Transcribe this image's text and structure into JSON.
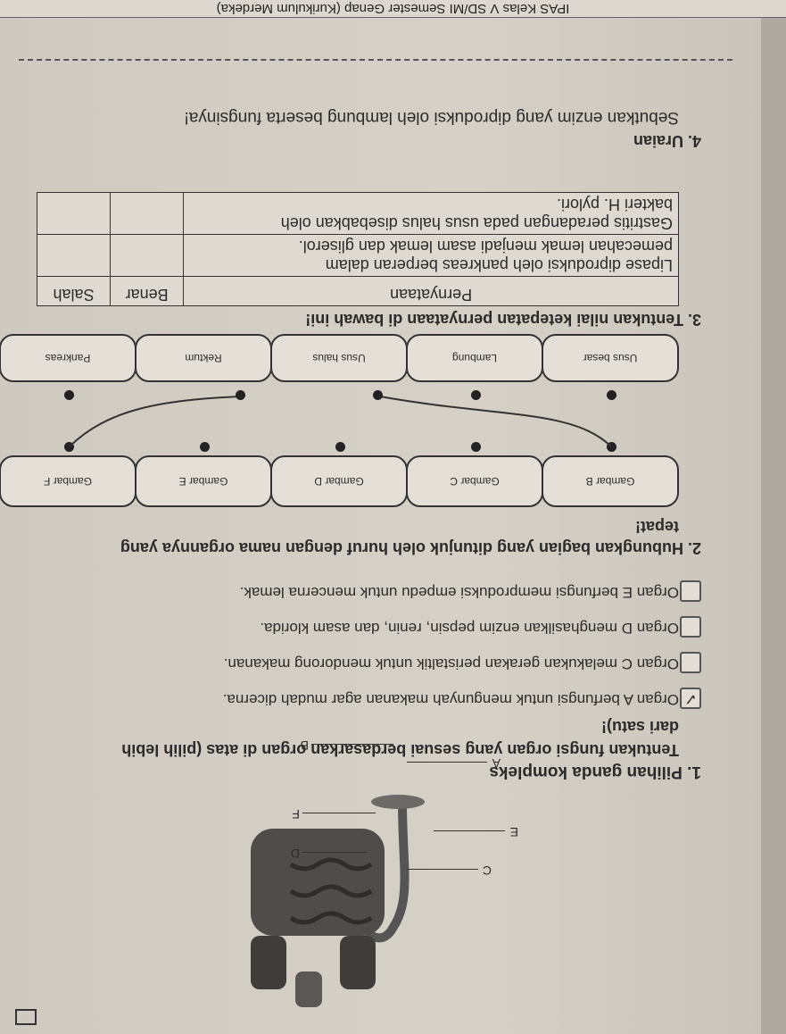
{
  "header": {
    "text": "IPAS Kelas V SD/MI Semester Genap (Kurikulum Merdeka)"
  },
  "figure": {
    "labels": [
      "A",
      "B",
      "C",
      "D",
      "E",
      "F"
    ]
  },
  "q1": {
    "number": "1.",
    "title": "Pilihan ganda kompleks",
    "instruction_line1": "Tentukan fungsi organ yang sesuai berdasarkan organ di atas (pilih lebih",
    "instruction_line2": "dari satu)!",
    "options": [
      {
        "text": "Organ A berfungsi untuk mengunyah makanan agar mudah dicerna.",
        "checked": true
      },
      {
        "text": "Organ C melakukan gerakan peristaltik untuk mendorong makanan.",
        "checked": false
      },
      {
        "text": "Organ D menghasilkan enzim pepsin, renin, dan asam klorida.",
        "checked": false
      },
      {
        "text": "Organ E berfungsi memproduksi empedu untuk mencerna lemak.",
        "checked": false
      }
    ],
    "check_mark": "✓"
  },
  "q2": {
    "number": "2.",
    "title": "Hubungkan bagian yang ditunjuk oleh huruf dengan nama organnya yang",
    "title_line2": "tepat!",
    "left_items": [
      "Gambar B",
      "Gambar C",
      "Gambar D",
      "Gambar E",
      "Gambar F"
    ],
    "right_items": [
      "Usus besar",
      "Lambung",
      "Usus halus",
      "Rektum",
      "Pankreas"
    ]
  },
  "q3": {
    "number": "3.",
    "title": "Tentukan nilai ketepatan pernyataan di bawah ini!",
    "headers": [
      "Pernyataan",
      "Benar",
      "Salah"
    ],
    "rows": [
      [
        "Lipase diproduksi oleh pankreas berperan dalam",
        "pemecahan lemak menjadi asam lemak dan gliserol."
      ],
      [
        "Gastritis peradangan pada usus halus disebabkan oleh",
        "bakteri H. pylori."
      ]
    ]
  },
  "q4": {
    "number": "4.",
    "title": "Uraian",
    "text": "Sebutkan enzim yang diproduksi oleh lambung beserta fungsinya!"
  }
}
